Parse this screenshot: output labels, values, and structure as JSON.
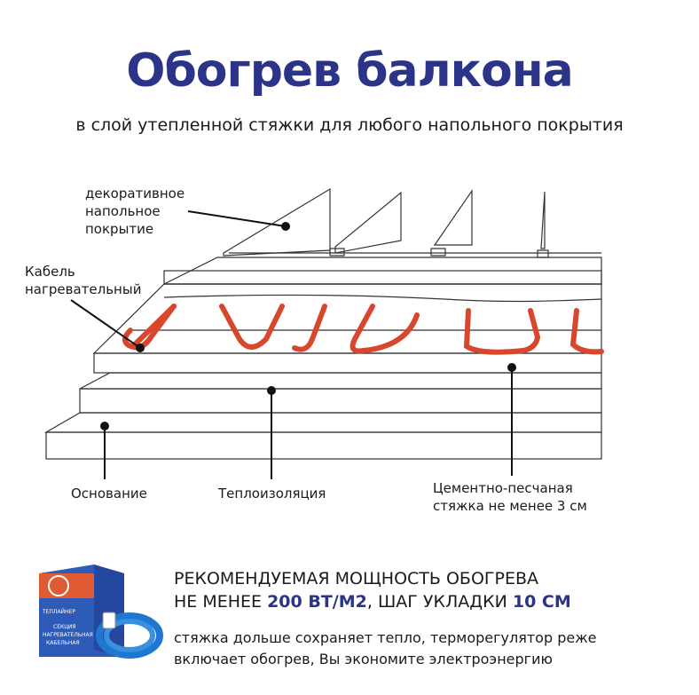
{
  "header": {
    "title": "Обогрев балкона",
    "subtitle": "в слой утепленной стяжки для любого напольного покрытия"
  },
  "diagram": {
    "labels": {
      "decorative_line1": "декоративное",
      "decorative_line2": "напольное",
      "decorative_line3": "покрытие",
      "cable_line1": "Кабель",
      "cable_line2": "нагревательный",
      "base": "Основание",
      "insulation": "Теплоизоляция",
      "screed_line1": "Цементно-песчаная",
      "screed_line2": "стяжка не менее 3 см"
    },
    "colors": {
      "cable": "#d7462d",
      "lines": "#333333",
      "markers": "#111111"
    }
  },
  "recommendation": {
    "line1": "РЕКОМЕНДУЕМАЯ МОЩНОСТЬ ОБОГРЕВА",
    "line2_prefix": "НЕ МЕНЕЕ ",
    "power_value": "200 ВТ/М2",
    "line2_middle": ", ШАГ УКЛАДКИ ",
    "step_value": "10 СМ",
    "accent_color": "#2b3488"
  },
  "note": {
    "line1": "стяжка дольше сохраняет тепло, терморегулятор реже",
    "line2": "включает обогрев, Вы экономите электроэнергию"
  },
  "product": {
    "brand": "ТЕПЛАЙНЕР",
    "line1": "СЕКЦИЯ",
    "line2": "НАГРЕВАТЕЛЬНАЯ",
    "line3": "КАБЕЛЬНАЯ",
    "box_color": "#2f5bb8",
    "cable_color": "#1e78d0"
  }
}
